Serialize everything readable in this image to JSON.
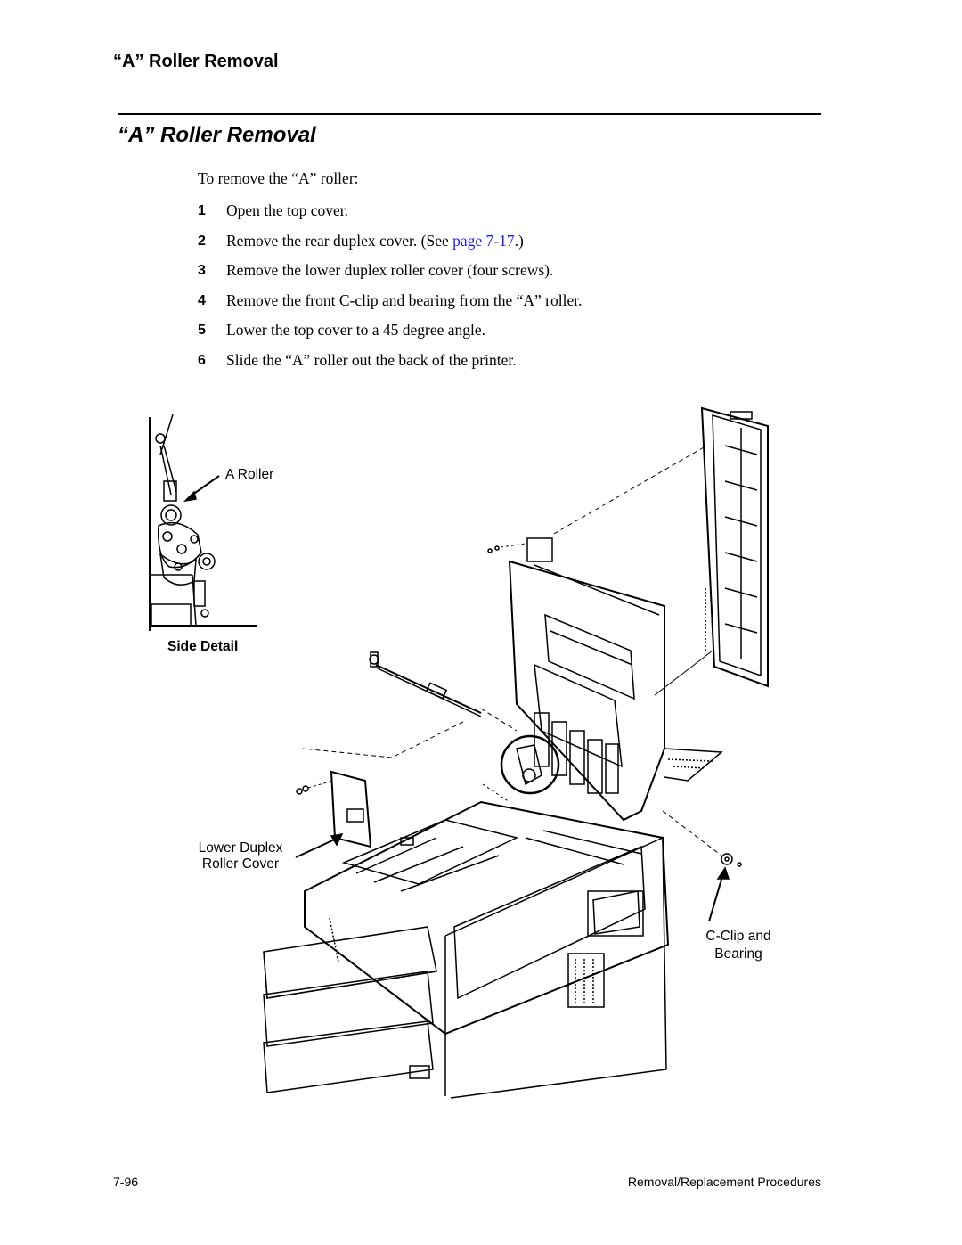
{
  "header": {
    "running_title": "“A” Roller Removal"
  },
  "section": {
    "title": "“A” Roller Removal"
  },
  "intro": "To remove the “A” roller:",
  "steps": [
    {
      "num": "1",
      "text": "Open the top cover."
    },
    {
      "num": "2",
      "text_before": "Remove the rear duplex cover. (See ",
      "link": "page 7-17",
      "text_after": ".)"
    },
    {
      "num": "3",
      "text": "Remove the lower duplex roller cover (four screws)."
    },
    {
      "num": "4",
      "text": "Remove the front C-clip and bearing from the “A” roller."
    },
    {
      "num": "5",
      "text": "Lower the top cover to a 45 degree angle."
    },
    {
      "num": "6",
      "text": "Slide the “A” roller out the back of the printer."
    }
  ],
  "figure": {
    "labels": {
      "a_roller": "A Roller",
      "side_detail": "Side Detail",
      "lower_duplex_line1": "Lower Duplex",
      "lower_duplex_line2": "Roller Cover",
      "cclip_line1": "C-Clip and",
      "cclip_line2": "Bearing"
    }
  },
  "footer": {
    "page_number": "7-96",
    "chapter": "Removal/Replacement Procedures"
  },
  "colors": {
    "link": "#1a1aff",
    "text": "#000000"
  }
}
